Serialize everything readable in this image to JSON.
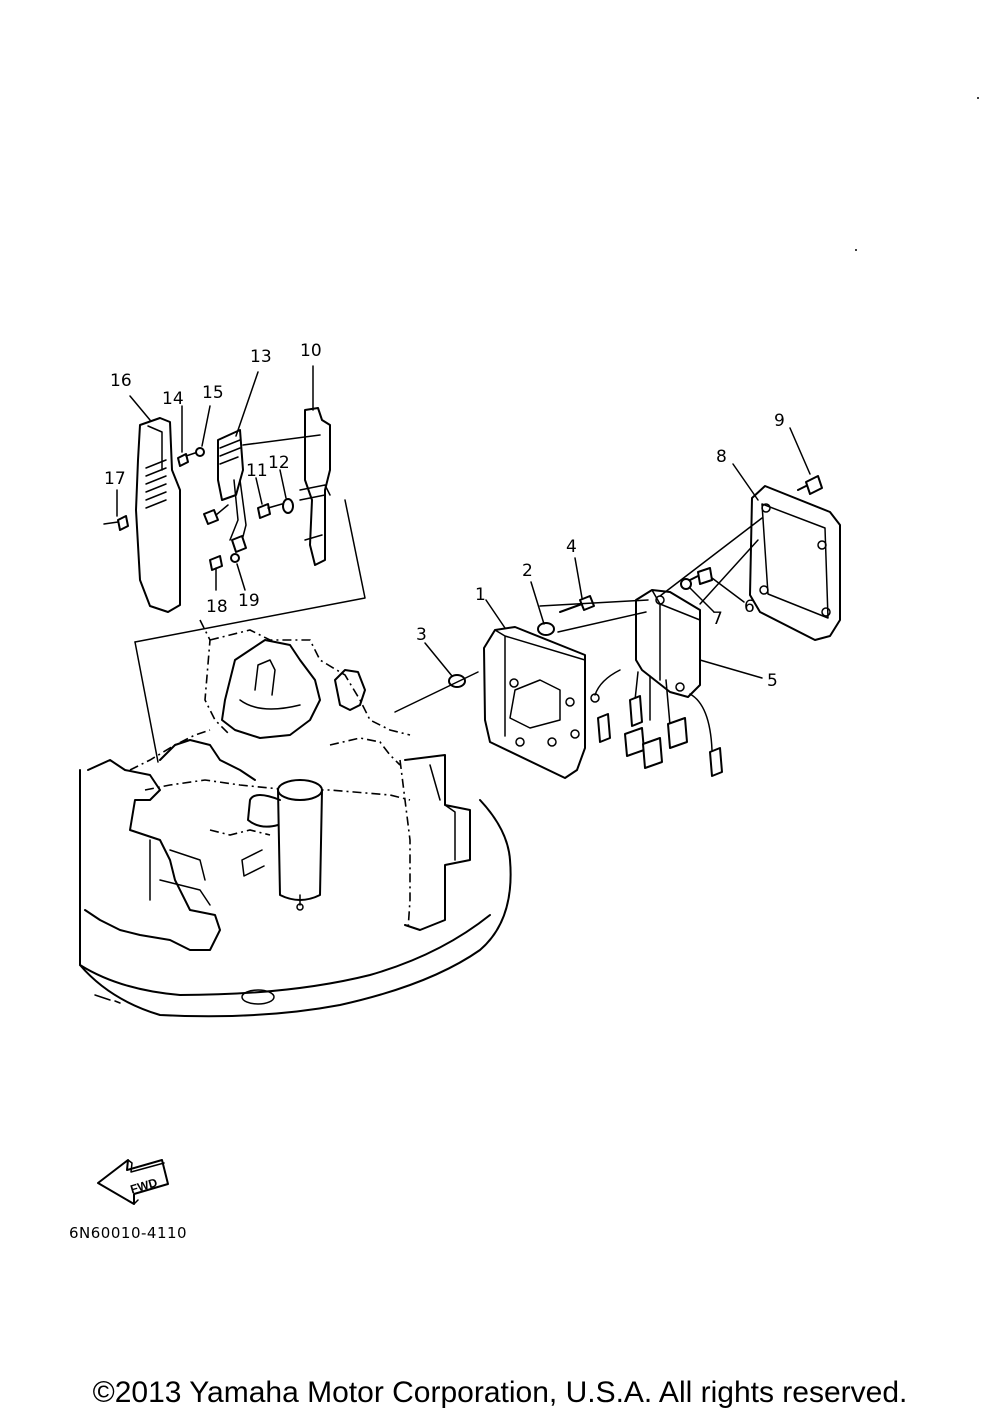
{
  "diagram": {
    "callouts": [
      {
        "id": "1",
        "label": "1"
      },
      {
        "id": "2",
        "label": "2"
      },
      {
        "id": "3",
        "label": "3"
      },
      {
        "id": "4",
        "label": "4"
      },
      {
        "id": "5",
        "label": "5"
      },
      {
        "id": "6",
        "label": "6"
      },
      {
        "id": "7",
        "label": "7"
      },
      {
        "id": "8",
        "label": "8"
      },
      {
        "id": "9",
        "label": "9"
      },
      {
        "id": "10",
        "label": "10"
      },
      {
        "id": "11",
        "label": "11"
      },
      {
        "id": "12",
        "label": "12"
      },
      {
        "id": "13",
        "label": "13"
      },
      {
        "id": "14",
        "label": "14"
      },
      {
        "id": "15",
        "label": "15"
      },
      {
        "id": "16",
        "label": "16"
      },
      {
        "id": "17",
        "label": "17"
      },
      {
        "id": "18",
        "label": "18"
      },
      {
        "id": "19",
        "label": "19"
      }
    ],
    "direction_arrow": "FWD",
    "part_code": "6N60010-4110"
  },
  "footer": {
    "copyright": "©2013 Yamaha Motor Corporation, U.S.A. All rights reserved."
  }
}
